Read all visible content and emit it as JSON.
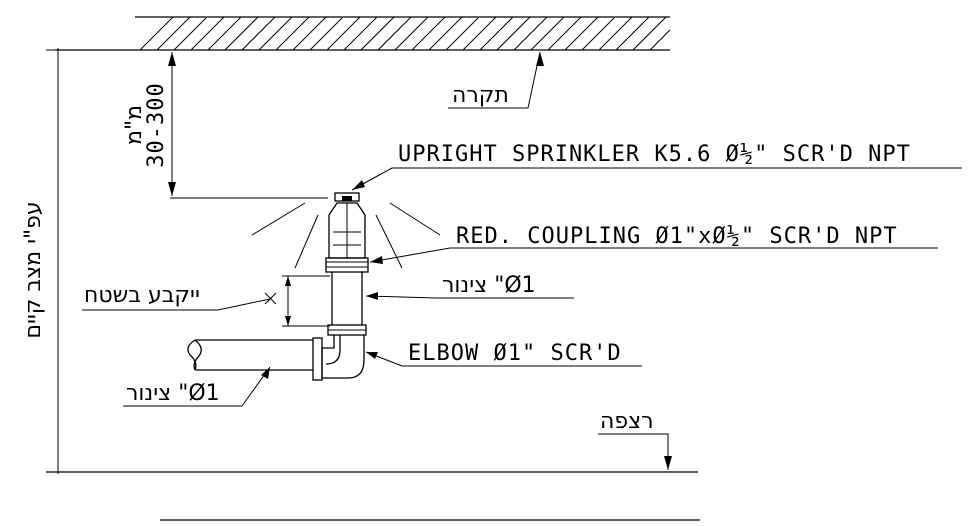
{
  "labels": {
    "sprinkler": "UPRIGHT SPRINKLER K5.6 Ø½\" SCR'D NPT",
    "coupling": "RED. COUPLING Ø1\"xØ½\" SCR'D NPT",
    "pipe_vertical": "צינור \"Ø1",
    "elbow": "ELBOW Ø1\" SCR'D",
    "pipe_horizontal": "צינור \"Ø1",
    "ceiling": "תקרה",
    "floor": "רצפה",
    "field_fix": "ייקבע בשטח",
    "existing_condition": "עפ\"י מצב קיים",
    "distance_range": "30-300",
    "distance_unit": "מ\"מ"
  }
}
